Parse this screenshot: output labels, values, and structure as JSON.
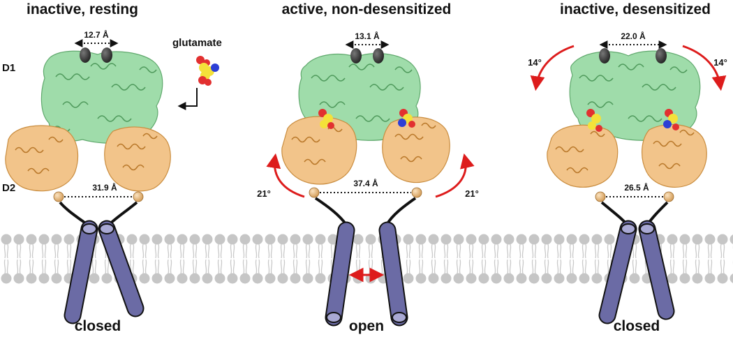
{
  "panels": [
    {
      "title": "inactive, resting",
      "d1_distance": "12.7 Å",
      "d2_distance": "31.9 Å",
      "rotation": "",
      "channel_state": "closed"
    },
    {
      "title": "active, non-desensitized",
      "d1_distance": "13.1 Å",
      "d2_distance": "37.4 Å",
      "rotation": "21°",
      "channel_state": "open"
    },
    {
      "title": "inactive, desensitized",
      "d1_distance": "22.0 Å",
      "d2_distance": "26.5 Å",
      "rotation": "14°",
      "channel_state": "closed"
    }
  ],
  "domain_labels": {
    "d1": "D1",
    "d2": "D2"
  },
  "ligand": {
    "name": "glutamate"
  },
  "colors": {
    "d1_domain": "#9fdcaa",
    "d2_domain": "#f2c48a",
    "helix": "#6f6fa8",
    "membrane": "#c4c4c4",
    "arrow": "#dd1c1c",
    "linker": "#111111"
  }
}
